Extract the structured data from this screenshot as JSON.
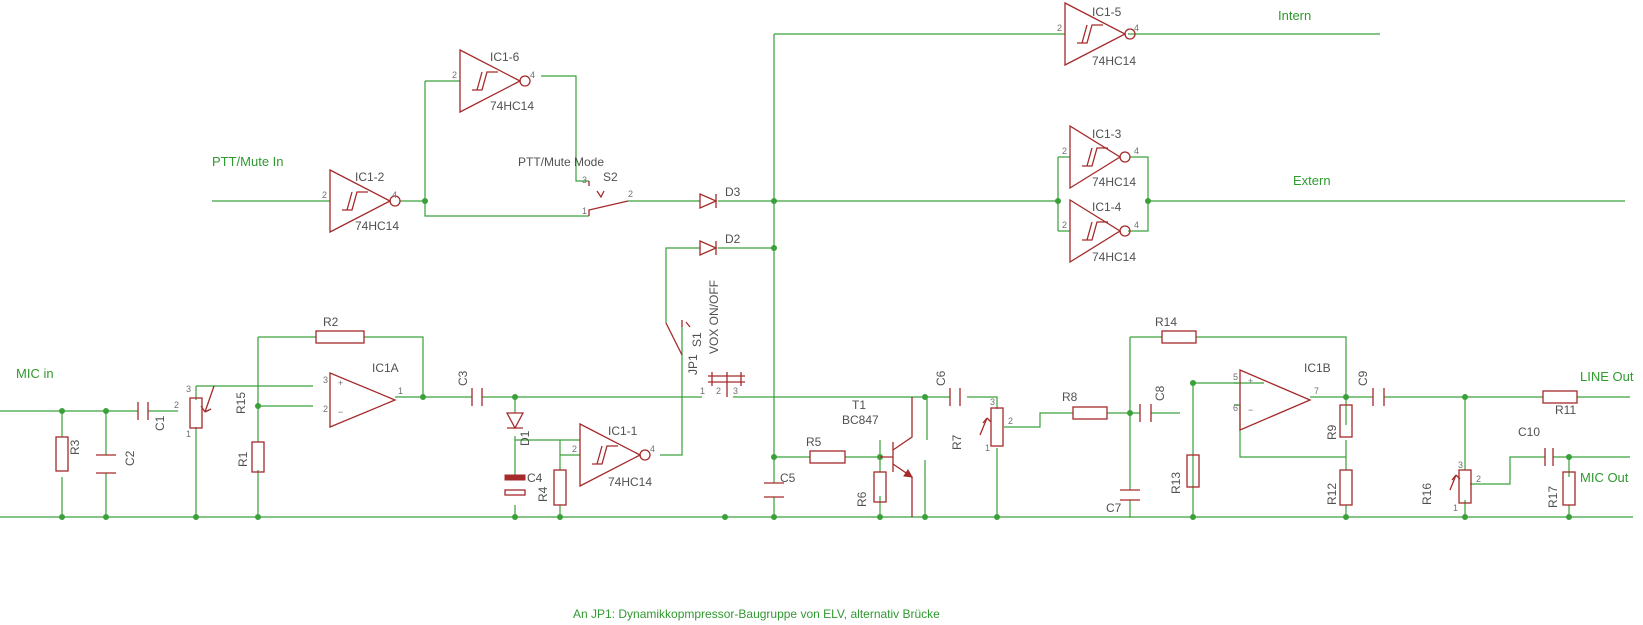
{
  "nets": {
    "ptt_mute_in": "PTT/Mute In",
    "mic_in": "MIC in",
    "intern": "Intern",
    "extern": "Extern",
    "line_out": "LINE Out",
    "mic_out": "MIC Out"
  },
  "footnote": "An JP1:   Dynamikkopmpressor-Baugruppe von ELV, alternativ Brücke",
  "ics": {
    "ic1_1": "IC1-1",
    "ic1_2": "IC1-2",
    "ic1_3": "IC1-3",
    "ic1_4": "IC1-4",
    "ic1_5": "IC1-5",
    "ic1_6": "IC1-6",
    "ic1a": "IC1A",
    "ic1b": "IC1B",
    "inv_value": "74HC14"
  },
  "parts": {
    "r1": "R1",
    "r2": "R2",
    "r3": "R3",
    "r4": "R4",
    "r5": "R5",
    "r6": "R6",
    "r7": "R7",
    "r8": "R8",
    "r9": "R9",
    "r11": "R11",
    "r12": "R12",
    "r13": "R13",
    "r14": "R14",
    "r15": "R15",
    "r16": "R16",
    "r17": "R17",
    "c1": "C1",
    "c2": "C2",
    "c3": "C3",
    "c4": "C4",
    "c5": "C5",
    "c6": "C6",
    "c7": "C7",
    "c8": "C8",
    "c9": "C9",
    "c10": "C10",
    "d1": "D1",
    "d2": "D2",
    "d3": "D3",
    "t1": "T1",
    "t1_value": "BC847",
    "jp1": "JP1",
    "s1": "S1",
    "s1_value": "VOX ON/OFF",
    "s2": "S2",
    "s2_value": "PTT/Mute Mode"
  },
  "pins": {
    "p1": "1",
    "p2": "2",
    "p3": "3",
    "p4": "4",
    "p5": "5",
    "p6": "6",
    "p7": "7",
    "plus": "+",
    "minus": "−"
  },
  "colors": {
    "wire": "#3aa03a",
    "component": "#a52a2a",
    "label": "#505050",
    "net_label": "#2f9a2f"
  }
}
